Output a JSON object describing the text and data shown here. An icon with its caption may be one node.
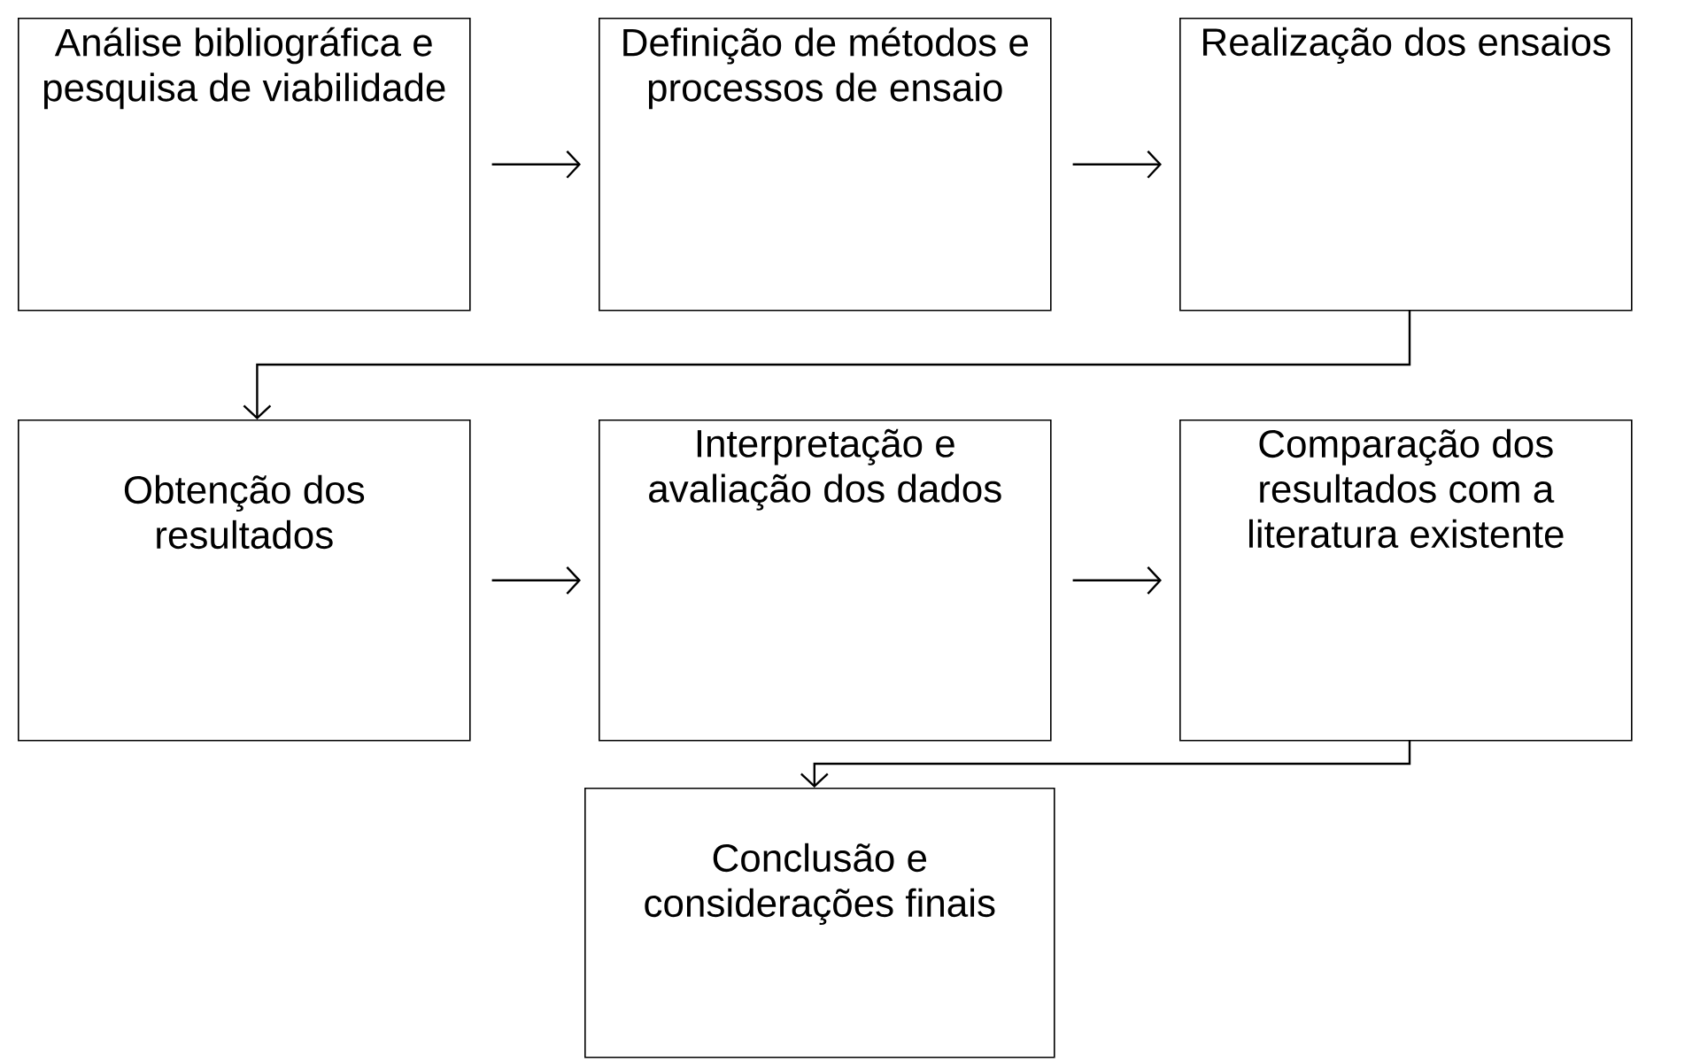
{
  "diagram": {
    "nodes": [
      {
        "text": [
          "Análise bibliográfica e pesquisa de viabilidade"
        ]
      },
      {
        "text": [
          "Definição de métodos e processos de ensaio"
        ]
      },
      {
        "text": [
          "Realização dos ensaios"
        ]
      },
      {
        "text": [
          "Obtenção dos resultados"
        ]
      },
      {
        "text": [
          "Interpretação e avaliação dos dados"
        ]
      },
      {
        "text": [
          "Comparação dos resultados com a literatura existente"
        ]
      },
      {
        "text": [
          "Conclusão e considerações finais"
        ]
      }
    ],
    "edges": [
      {
        "from": 0,
        "to": 1,
        "arrow": "to"
      },
      {
        "from": 1,
        "to": 2,
        "arrow": "to"
      },
      {
        "from": 2,
        "to": 3,
        "arrow": "to"
      },
      {
        "from": 3,
        "to": 4,
        "arrow": "to"
      },
      {
        "from": 4,
        "to": 5,
        "arrow": "to"
      },
      {
        "from": 5,
        "to": 6,
        "arrow": "to"
      }
    ]
  }
}
